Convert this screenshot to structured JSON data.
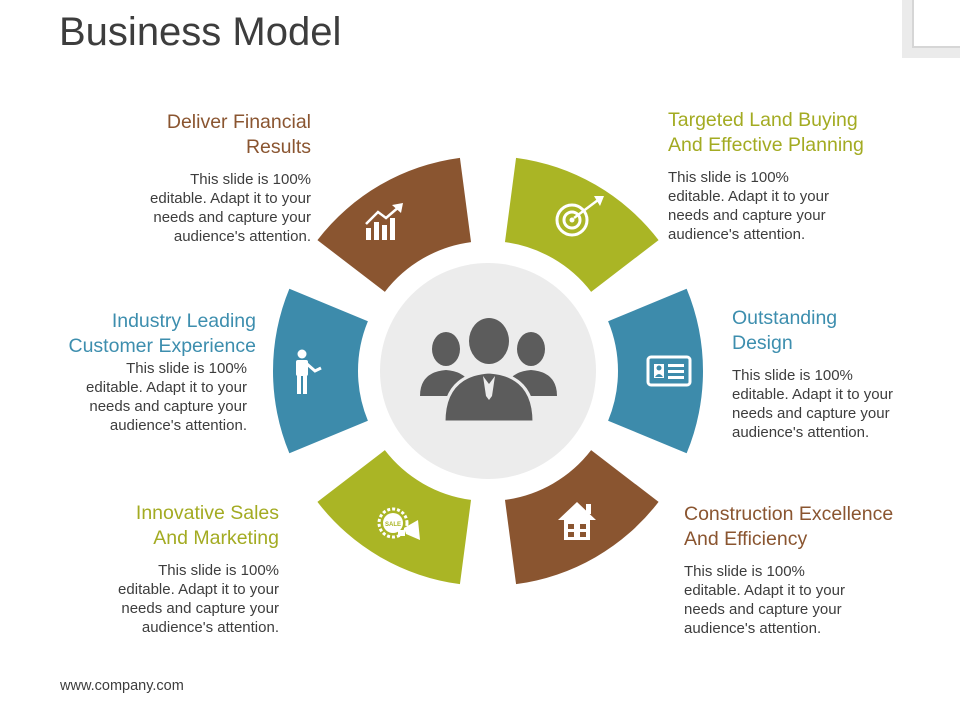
{
  "title": "Business Model",
  "footer": "www.company.com",
  "colors": {
    "brown": "#8a5530",
    "olive": "#aab525",
    "blue": "#3d8bab",
    "center_bg": "#ececec",
    "people": "#5c5c5c"
  },
  "segments": [
    {
      "id": "top-left",
      "color": "brown",
      "icon": "growth-chart-icon",
      "heading_lines": [
        "Deliver Financial",
        "Results"
      ],
      "body_lines": [
        "This slide is 100%",
        "editable. Adapt it to your",
        "needs and capture your",
        "audience's attention."
      ]
    },
    {
      "id": "top-right",
      "color": "olive",
      "icon": "target-icon",
      "heading_lines": [
        "Targeted Land Buying",
        "And Effective Planning"
      ],
      "body_lines": [
        "This slide is 100%",
        "editable. Adapt it to your",
        "needs and capture your",
        "audience's attention."
      ]
    },
    {
      "id": "mid-right",
      "color": "blue",
      "icon": "id-card-icon",
      "heading_lines": [
        "Outstanding",
        "Design"
      ],
      "body_lines": [
        "This slide is 100%",
        "editable. Adapt it to your",
        "needs and capture your",
        "audience's attention."
      ]
    },
    {
      "id": "bottom-right",
      "color": "brown",
      "icon": "house-icon",
      "heading_lines": [
        "Construction Excellence",
        "And Efficiency"
      ],
      "body_lines": [
        "This slide is 100%",
        "editable. Adapt it to your",
        "needs and capture your",
        "audience's attention."
      ]
    },
    {
      "id": "bottom-left",
      "color": "olive",
      "icon": "sale-megaphone-icon",
      "icon_text": "SALE",
      "heading_lines": [
        "Innovative Sales",
        "And Marketing"
      ],
      "body_lines": [
        "This slide is 100%",
        "editable. Adapt it to your",
        "needs and capture your",
        "audience's attention."
      ]
    },
    {
      "id": "mid-left",
      "color": "blue",
      "icon": "presenter-icon",
      "heading_lines": [
        "Industry Leading",
        "Customer Experience"
      ],
      "body_lines": [
        "This slide is 100%",
        "editable. Adapt it to your",
        "needs and capture your",
        "audience's attention."
      ]
    }
  ],
  "center_icon": "team-people-icon"
}
